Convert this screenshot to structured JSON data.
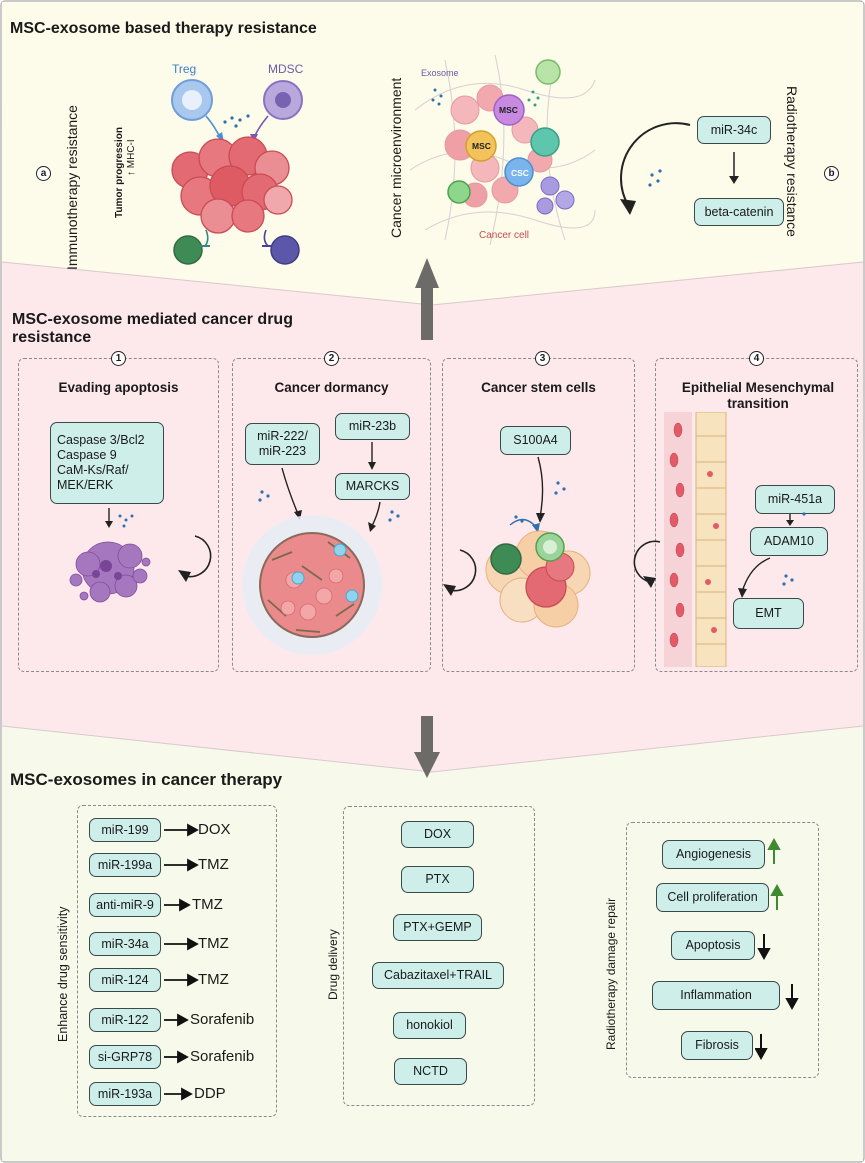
{
  "top": {
    "title": "MSC-exosome based therapy resistance",
    "immunotherapy_label": "Immunotherapy resistance",
    "marker_a": "a",
    "marker_b": "b",
    "tumor_progression": "Tumor progression",
    "mhc_label": "↑ MHC-I",
    "treg_label": "Treg",
    "mdsc_label": "MDSC",
    "microenv_label": "Cancer microenvironment",
    "exosome_label": "Exosome",
    "msc_label": "MSC",
    "msc_label2": "MSC",
    "csc_label": "CSC",
    "cancer_cell_label": "Cancer cell",
    "mir34c": "miR-34c",
    "beta_catenin": "beta-catenin",
    "radiotherapy_label": "Radiotherapy resistance"
  },
  "middle": {
    "title_line1": "MSC-exosome mediated cancer drug",
    "title_line2": "resistance",
    "panels": [
      {
        "num": "1",
        "title": "Evading apoptosis",
        "box_lines": [
          "Caspase 3/Bcl2",
          "Caspase 9",
          "CaM-Ks/Raf/",
          "MEK/ERK"
        ]
      },
      {
        "num": "2",
        "title": "Cancer dormancy",
        "mir_a": "miR-222/\nmiR-223",
        "mir_b": "miR-23b",
        "target": "MARCKS"
      },
      {
        "num": "3",
        "title": "Cancer stem cells",
        "box": "S100A4"
      },
      {
        "num": "4",
        "title_line1": "Epithelial Mesenchymal",
        "title_line2": "transition",
        "mir": "miR-451a",
        "target": "ADAM10",
        "result": "EMT"
      }
    ]
  },
  "bottom": {
    "title": "MSC-exosomes in cancer therapy",
    "enhance_label": "Enhance drug sensitivity",
    "enhance": [
      {
        "mir": "miR-199",
        "drug": "DOX"
      },
      {
        "mir": "miR-199a",
        "drug": "TMZ"
      },
      {
        "mir": "anti-miR-9",
        "drug": "TMZ"
      },
      {
        "mir": "miR-34a",
        "drug": "TMZ"
      },
      {
        "mir": "miR-124",
        "drug": "TMZ"
      },
      {
        "mir": "miR-122",
        "drug": "Sorafenib"
      },
      {
        "mir": "si-GRP78",
        "drug": "Sorafenib"
      },
      {
        "mir": "miR-193a",
        "drug": "DDP"
      }
    ],
    "delivery_label": "Drug delivery",
    "delivery": [
      "DOX",
      "PTX",
      "PTX+GEMP",
      "Cabazitaxel+TRAIL",
      "honokiol",
      "NCTD"
    ],
    "radio_label": "Radiotherapy damage repair",
    "radio": [
      {
        "label": "Angiogenesis",
        "dir": "up"
      },
      {
        "label": "Cell proliferation",
        "dir": "up"
      },
      {
        "label": "Apoptosis",
        "dir": "down"
      },
      {
        "label": "Inflammation",
        "dir": "down"
      },
      {
        "label": "Fibrosis",
        "dir": "down"
      }
    ]
  },
  "colors": {
    "top_bg": "#fdfbe9",
    "middle_bg": "#fde9ec",
    "bottom_bg": "#f7f9ea",
    "box_fill": "#cdeee9",
    "cancer_red": "#e0626a",
    "up_green": "#3f8a2f"
  }
}
